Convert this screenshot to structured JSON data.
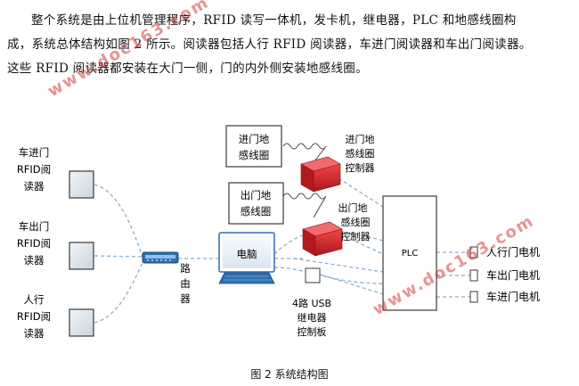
{
  "paragraph": {
    "line1": "整个系统是由上位机管理程序，RFID 读写一体机，发卡机，继电器，PLC 和地感线圈构",
    "line2": "成，系统总体结构如图 2 所示。阅读器包括人行 RFID 阅读器，车进门阅读器和车出门阅读器。",
    "line3": "这些 RFID 阅读器都安装在大门一侧，门的内外侧安装地感线圈。"
  },
  "diagram": {
    "readers": [
      {
        "lines": [
          "车进门",
          "RFID阅",
          "读器"
        ]
      },
      {
        "lines": [
          "车出门",
          "RFID阅",
          "读器"
        ]
      },
      {
        "lines": [
          "人行",
          "RFID阅",
          "读器"
        ]
      }
    ],
    "router_label": [
      "路",
      "由",
      "器"
    ],
    "computer_label": "电脑",
    "loop_in_label": [
      "进门地",
      "感线圈"
    ],
    "loop_out_label": [
      "出门地",
      "感线圈"
    ],
    "controller_in_label": [
      "进门地",
      "感线圈",
      "控制器"
    ],
    "controller_out_label": [
      "出门地",
      "感线圈",
      "控制器"
    ],
    "plc_label": "PLC",
    "relay_label": [
      "4路 USB",
      "继电器",
      "控制板"
    ],
    "motors": [
      "人行门电机",
      "车出门电机",
      "车进门电机"
    ]
  },
  "caption": "图 2  系统结构图",
  "watermark": "www.doc163.com",
  "colors": {
    "box_border": "#3a3a3a",
    "reader_fill": "#dde5ec",
    "dashed_line": "#8aaed0",
    "controller_red": "#d8252b",
    "router_blue": "#2f6fb0",
    "watermark": "#d23c3c"
  }
}
